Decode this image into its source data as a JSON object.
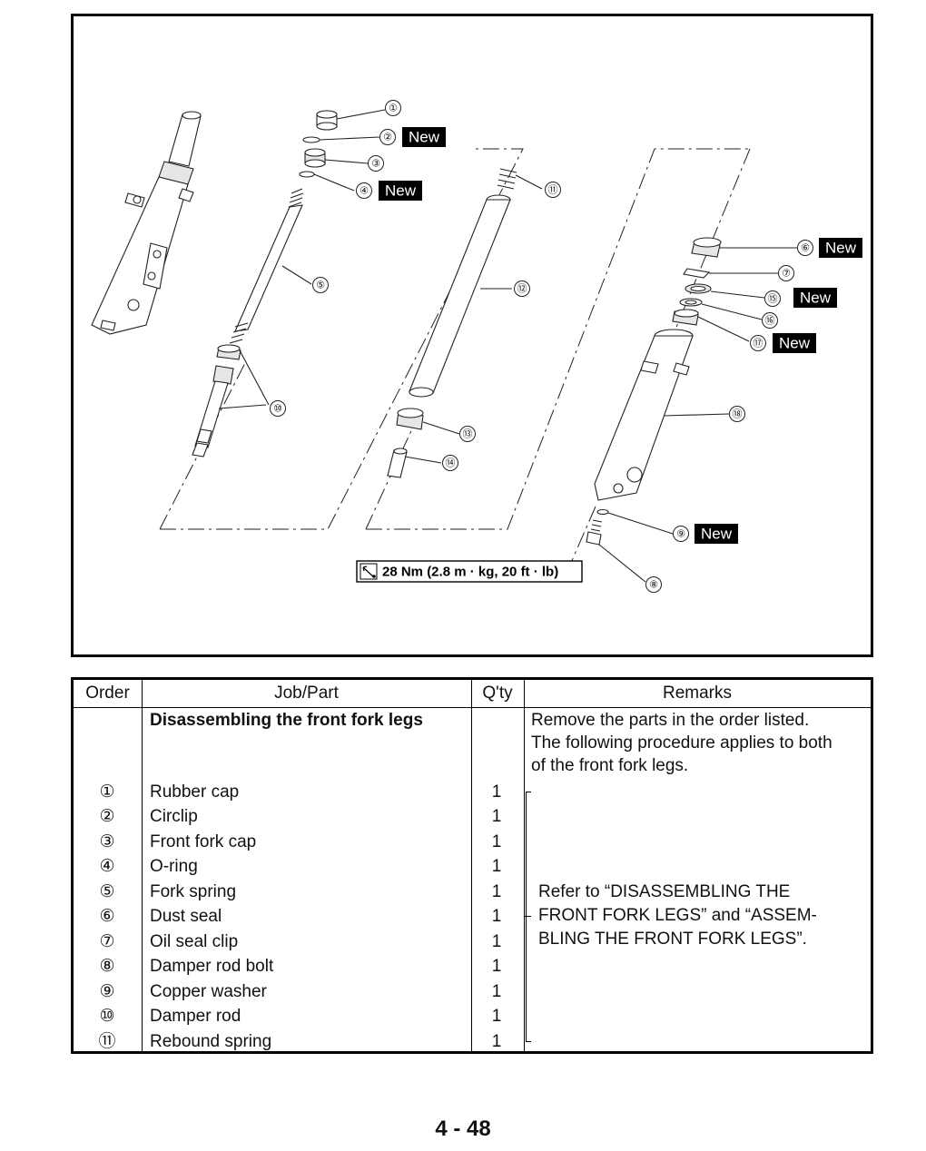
{
  "diagram": {
    "callouts": [
      "①",
      "②",
      "③",
      "④",
      "⑤",
      "⑥",
      "⑦",
      "⑧",
      "⑨",
      "⑩",
      "⑪",
      "⑫",
      "⑬",
      "⑭",
      "⑮",
      "⑯",
      "⑰",
      "⑱"
    ],
    "new_label": "New",
    "torque_spec": "28 Nm (2.8 m · kg, 20 ft · lb)",
    "torque_icon": "torque-wrench-icon"
  },
  "table": {
    "headers": {
      "order": "Order",
      "job_part": "Job/Part",
      "qty": "Q'ty",
      "remarks": "Remarks"
    },
    "section_title": "Disassembling the front fork legs",
    "section_remarks": [
      "Remove the parts in the order listed.",
      "The following procedure applies to both",
      "of the front fork legs."
    ],
    "rows": [
      {
        "order": "①",
        "part": "Rubber cap",
        "qty": "1"
      },
      {
        "order": "②",
        "part": "Circlip",
        "qty": "1"
      },
      {
        "order": "③",
        "part": "Front fork cap",
        "qty": "1"
      },
      {
        "order": "④",
        "part": "O-ring",
        "qty": "1"
      },
      {
        "order": "⑤",
        "part": "Fork spring",
        "qty": "1"
      },
      {
        "order": "⑥",
        "part": "Dust seal",
        "qty": "1"
      },
      {
        "order": "⑦",
        "part": "Oil seal clip",
        "qty": "1"
      },
      {
        "order": "⑧",
        "part": "Damper rod bolt",
        "qty": "1"
      },
      {
        "order": "⑨",
        "part": "Copper washer",
        "qty": "1"
      },
      {
        "order": "⑩",
        "part": "Damper rod",
        "qty": "1"
      },
      {
        "order": "⑪",
        "part": "Rebound spring",
        "qty": "1"
      }
    ],
    "group_remark": [
      "Refer to “DISASSEMBLING THE",
      "FRONT FORK LEGS” and “ASSEM-",
      "BLING THE FRONT FORK LEGS”."
    ]
  },
  "page_number": "4 - 48"
}
